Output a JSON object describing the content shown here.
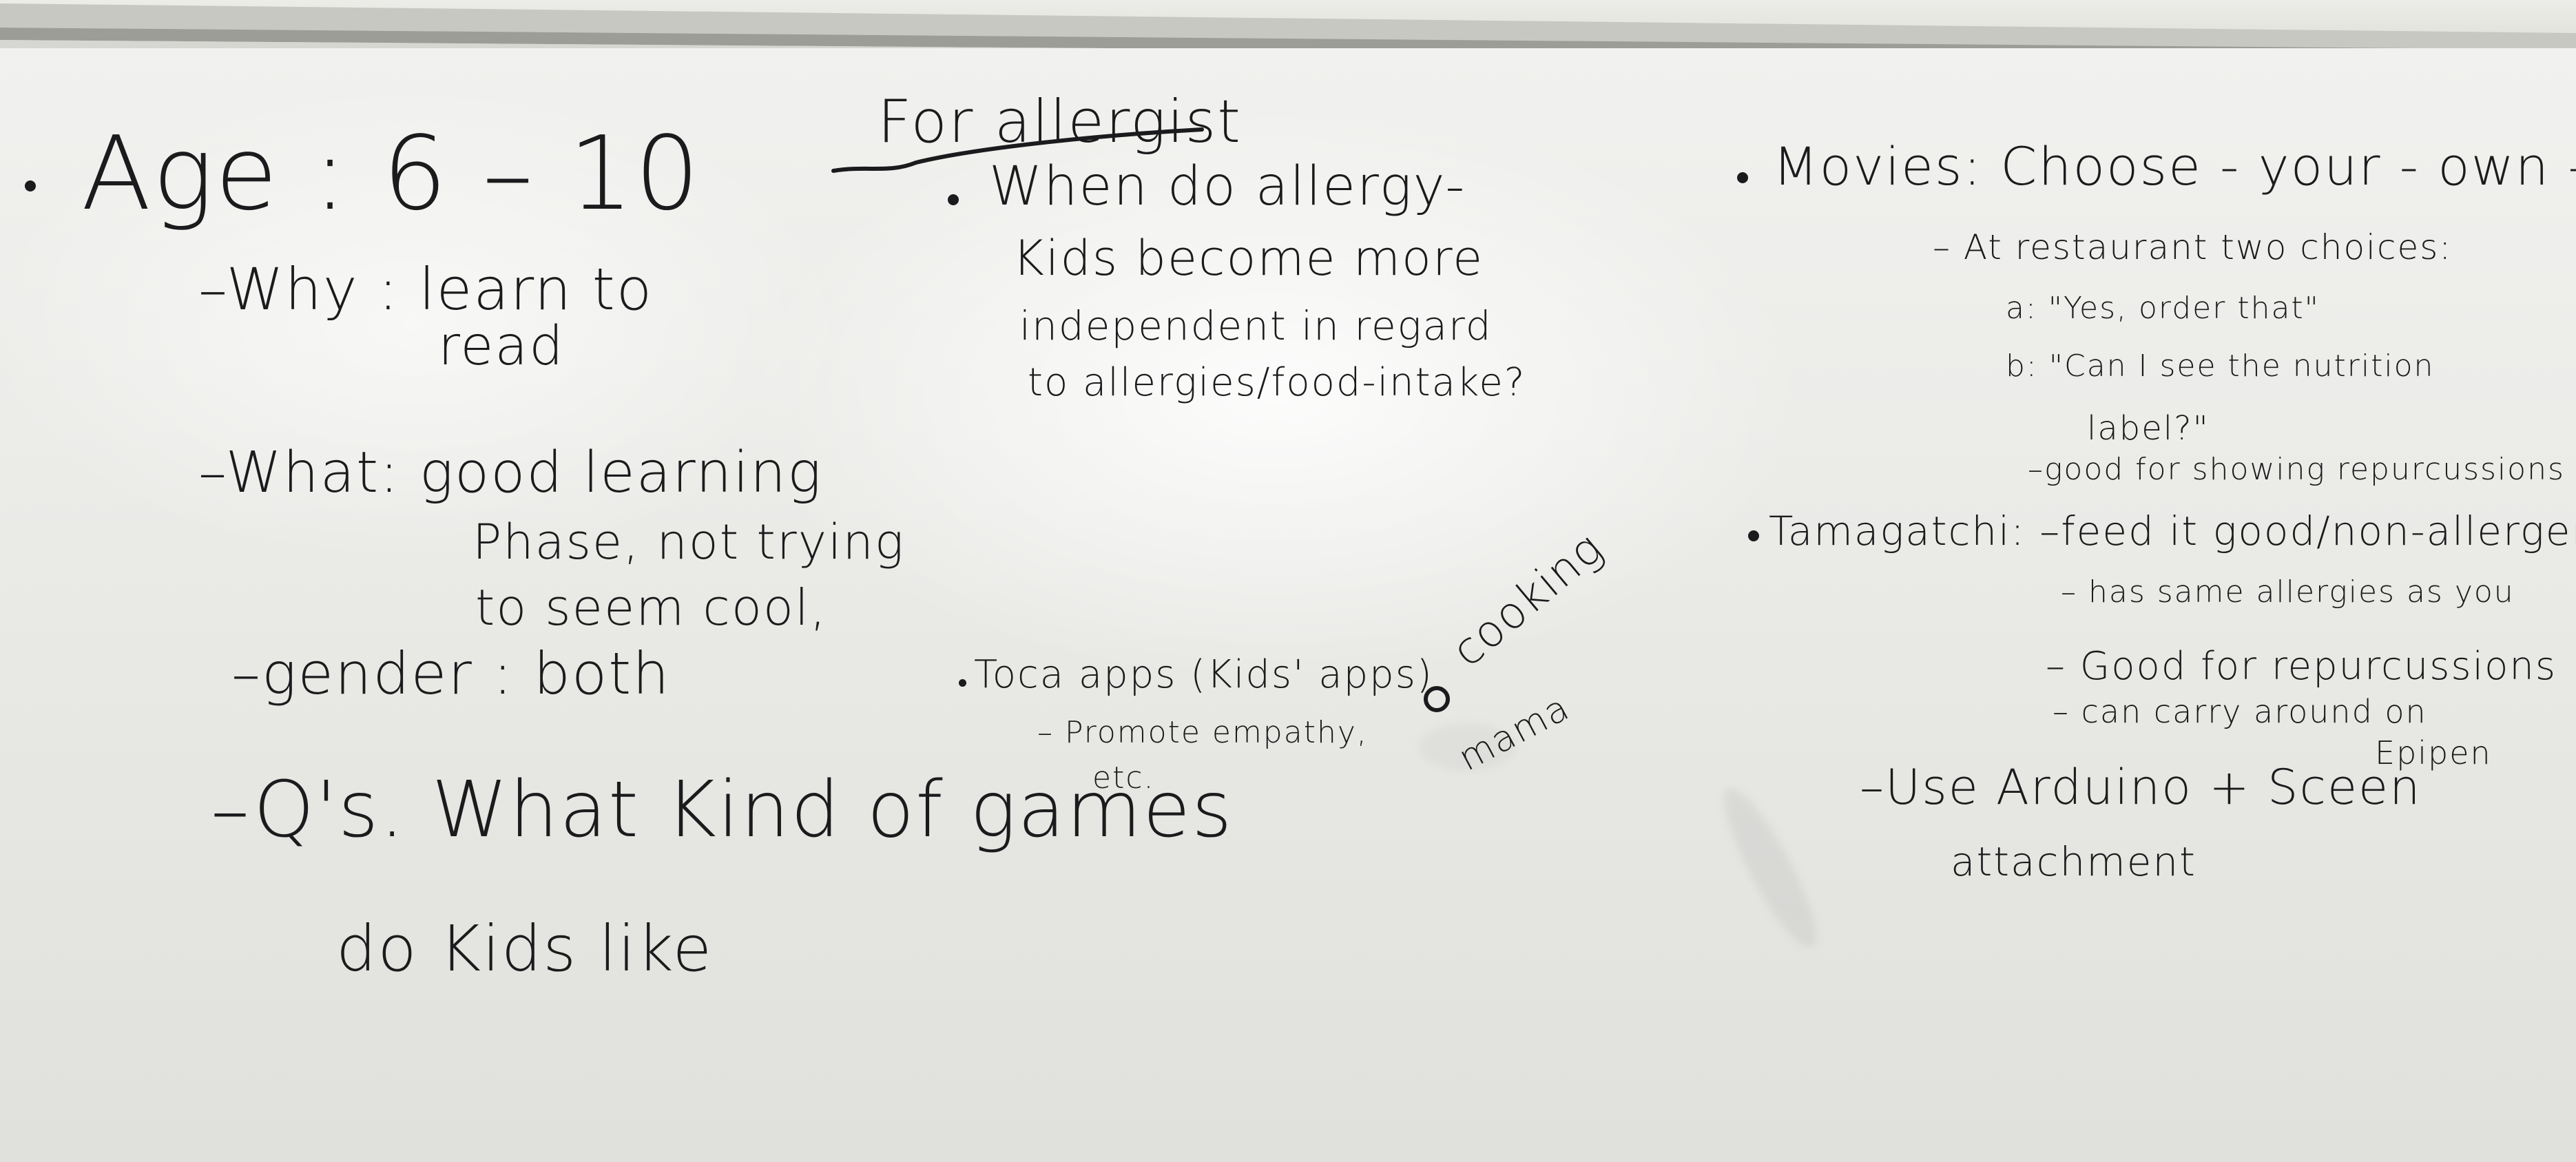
{
  "left": {
    "age": "Age : 6 – 10",
    "why_1": "–Why : learn to",
    "why_2": "read",
    "what_1": "–What: good learning",
    "what_2": "Phase, not trying",
    "what_3": "to seem cool,",
    "gender": "–gender : both",
    "q_1": "–Q's. What Kind of games",
    "q_2": "do Kids like"
  },
  "middle": {
    "heading": "For allergist",
    "question_1": "When do allergy-",
    "question_2": "Kids become more",
    "question_3": "independent in regard",
    "question_4": "to allergies/food-intake?",
    "toca": "Toca apps (Kids' apps)",
    "toca_sub_1": "– Promote empathy,",
    "toca_sub_2": "etc.",
    "cooking": "cooking",
    "mama": "mama"
  },
  "right": {
    "movies": "Movies: Choose - your - own - adventure",
    "restaurant": "– At restaurant two choices:",
    "choice_a": "a: \"Yes, order that\"",
    "choice_b_1": "b: \"Can I see the nutrition",
    "choice_b_2": "label?\"",
    "good_showing": "–good for showing repurcussions",
    "tamagatchi": "Tamagatchi: –feed it good/non-allergen foods",
    "same_allergies": "– has same allergies as you",
    "good_repurcussions": "– Good for repurcussions",
    "carry_1": "– can carry around on",
    "carry_2": "Epipen",
    "arduino_1": "–Use Arduino + Sceen",
    "arduino_2": "attachment"
  },
  "colors": {
    "ink": "#1b1b1d",
    "board": "#ececea",
    "tray": "#bdbdb8"
  }
}
